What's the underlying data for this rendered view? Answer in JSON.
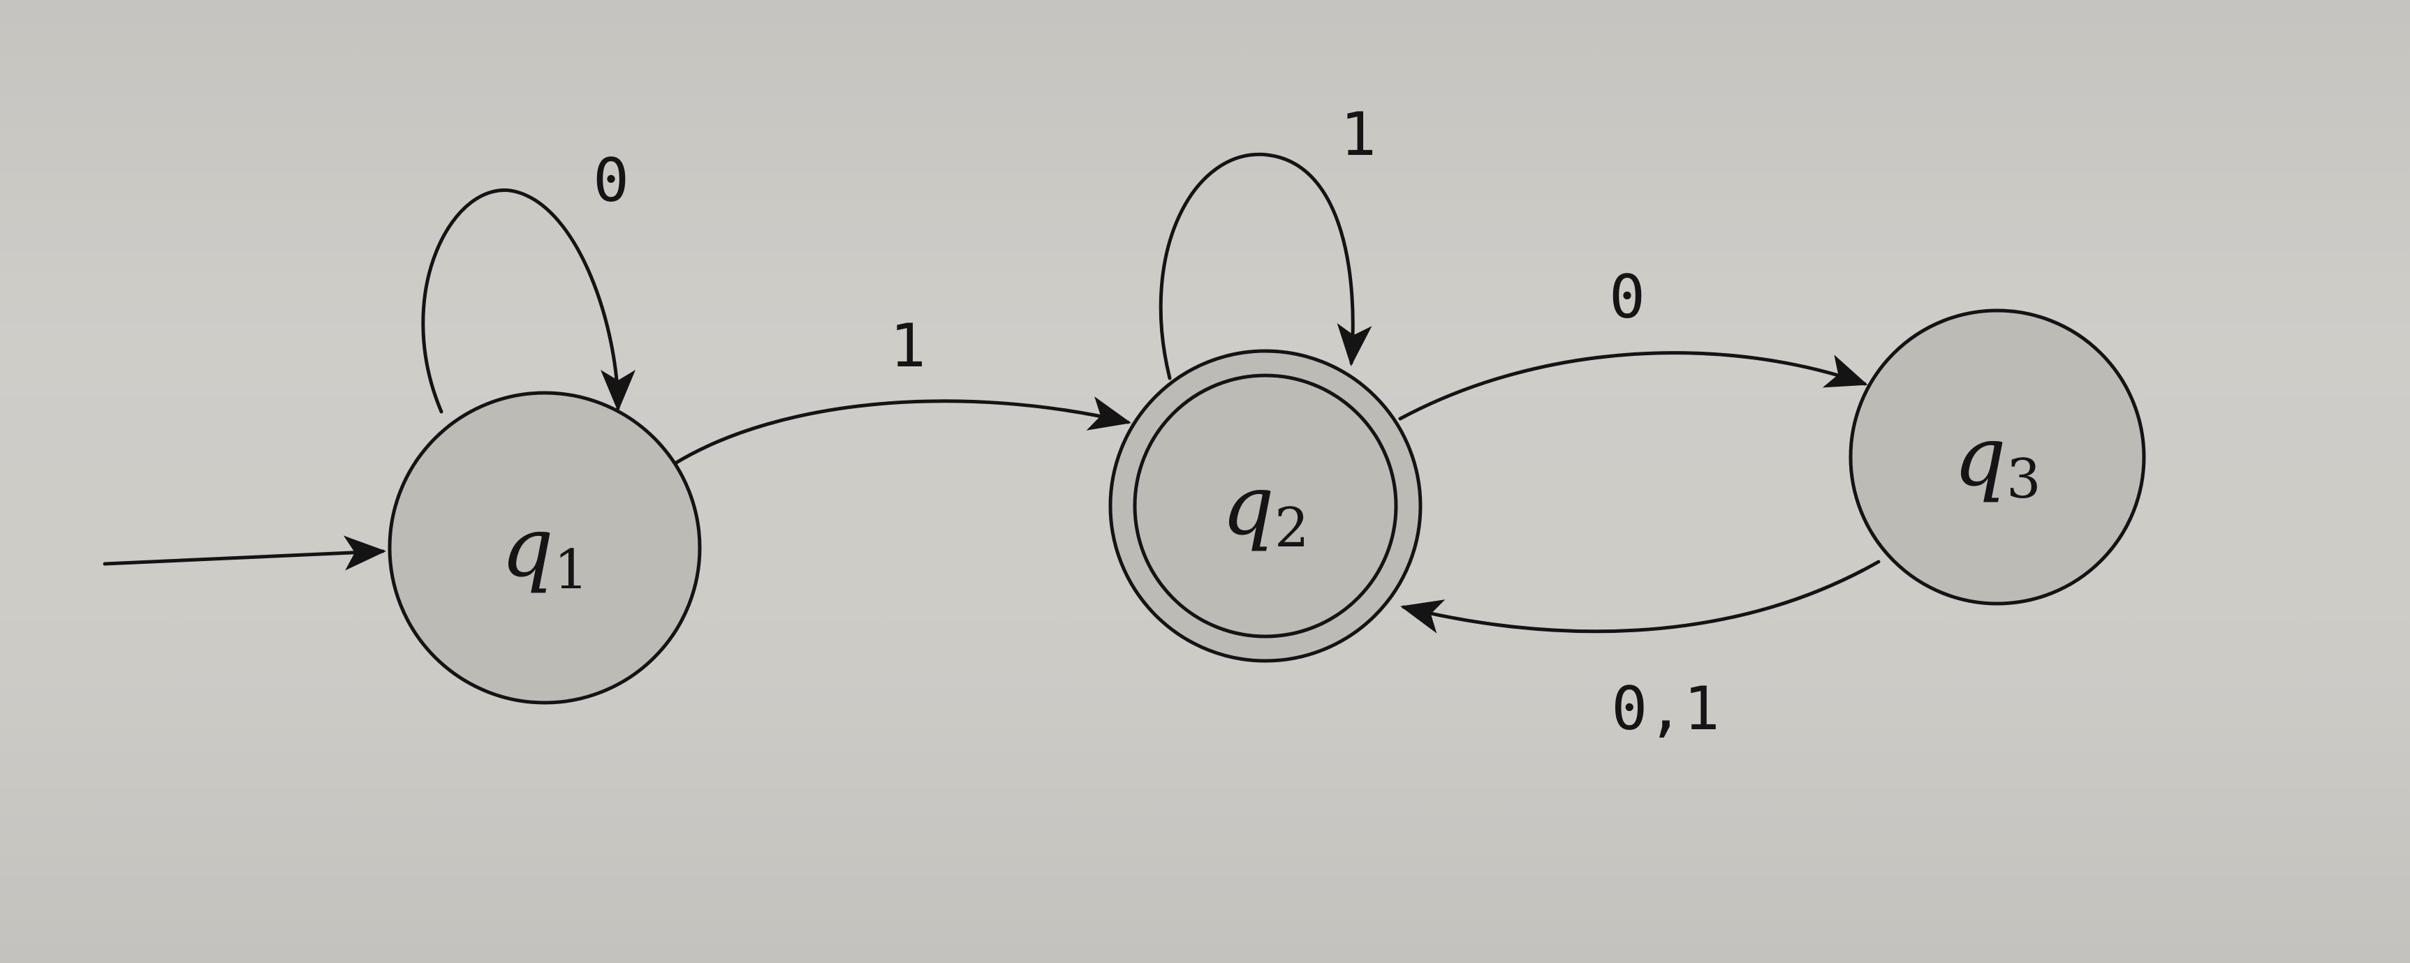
{
  "diagram": {
    "type": "finite-automaton",
    "start_state": "q1",
    "accept_states": [
      "q2"
    ],
    "states": {
      "q1": {
        "main": "q",
        "sub": "1"
      },
      "q2": {
        "main": "q",
        "sub": "2"
      },
      "q3": {
        "main": "q",
        "sub": "3"
      }
    },
    "transitions": {
      "q1_self": "0",
      "q1_to_q2": "1",
      "q2_self": "1",
      "q2_to_q3": "0",
      "q3_to_q2": "0,1"
    }
  }
}
